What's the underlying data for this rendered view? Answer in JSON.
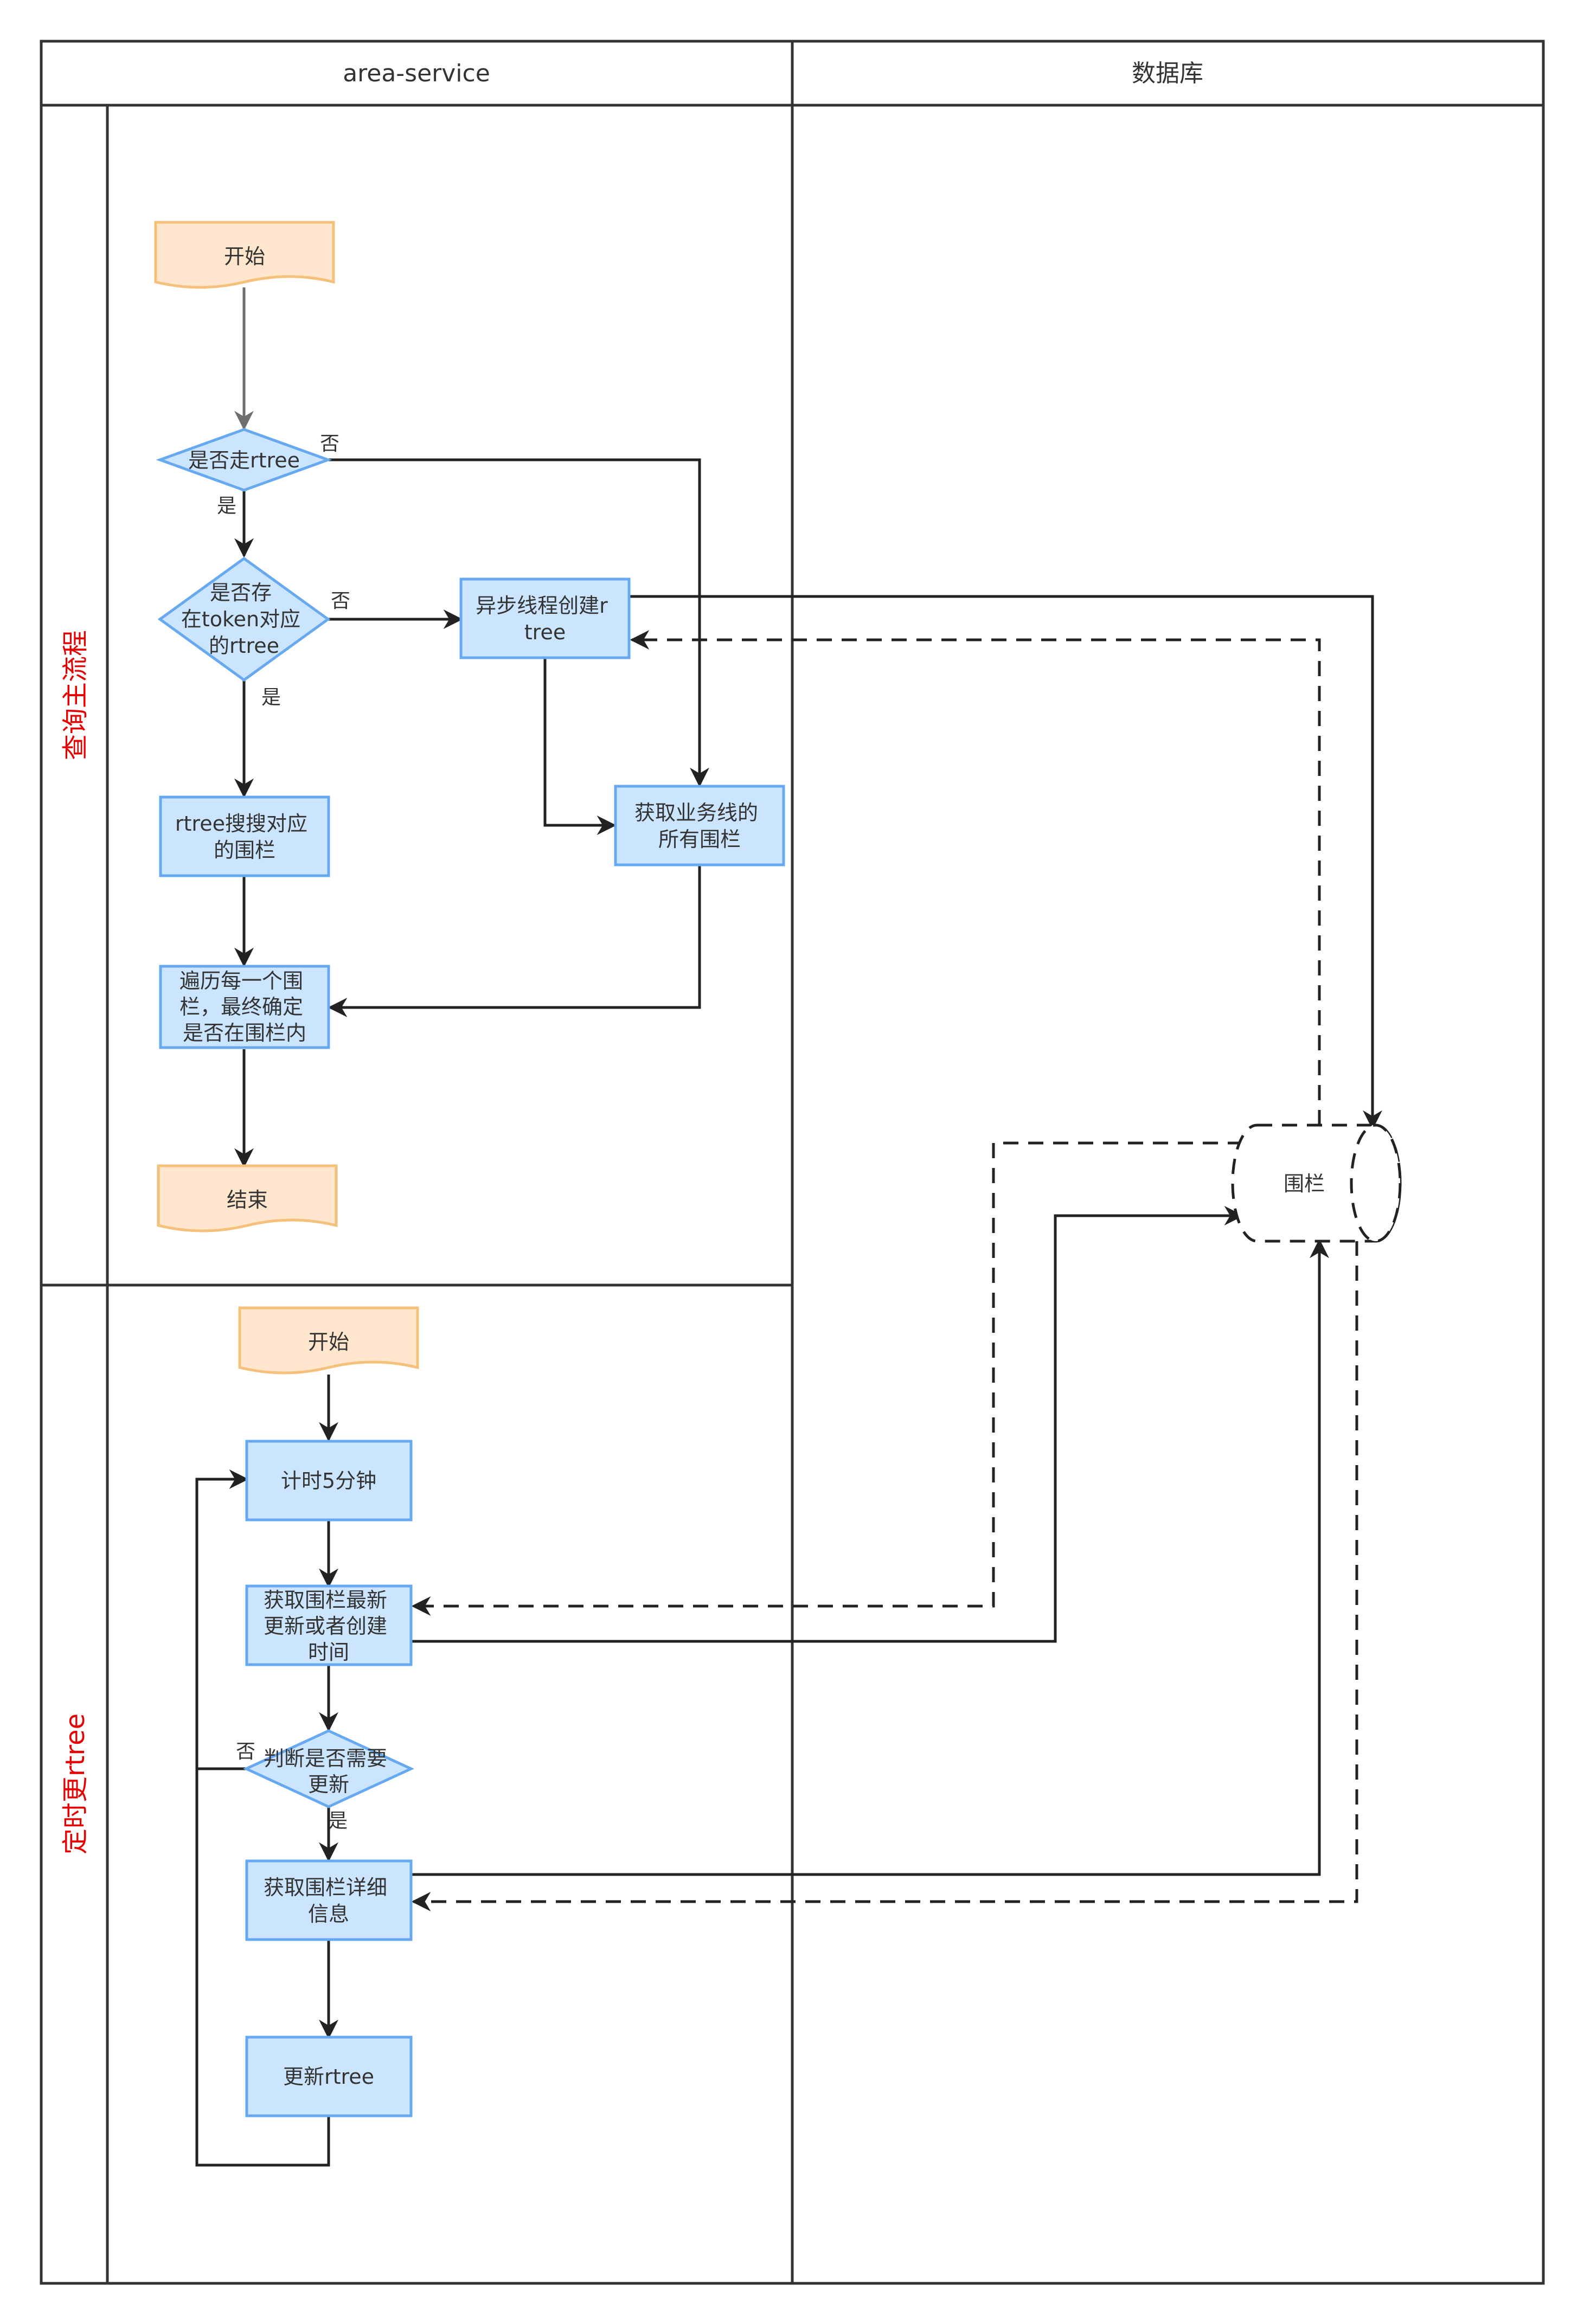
{
  "lanes": {
    "service_title": "area-service",
    "db_title": "数据库",
    "query_lane": "查询主流程",
    "timer_lane": "定时更rtree"
  },
  "nodes": {
    "start1": "开始",
    "rtree_decision": [
      "是否走rtree"
    ],
    "token_decision": [
      "是否存",
      "在token对应",
      "的rtree"
    ],
    "async_build": [
      "异步线程创建r",
      "tree"
    ],
    "get_all_fences": [
      "获取业务线的",
      "所有围栏"
    ],
    "rtree_search": [
      "rtree搜搜对应",
      "的围栏"
    ],
    "iterate": [
      "遍历每一个围",
      "栏，最终确定",
      "是否在围栏内"
    ],
    "end1": "结束",
    "fence_db": "围栏",
    "start2": "开始",
    "timer": [
      "计时5分钟"
    ],
    "get_update_time": [
      "获取围栏最新",
      "更新或者创建",
      "时间"
    ],
    "need_update": [
      "判断是否需要",
      "更新"
    ],
    "get_detail": [
      "获取围栏详细",
      "信息"
    ],
    "update_rtree": [
      "更新rtree"
    ]
  },
  "edge_labels": {
    "rtree_no": "否",
    "rtree_yes": "是",
    "token_no": "否",
    "token_yes": "是",
    "update_no": "否",
    "update_yes": "是"
  },
  "colors": {
    "process_fill": "#cce5ff",
    "process_stroke": "#66a9f0",
    "terminal_fill": "#ffe6cc",
    "terminal_stroke": "#f5c07a",
    "lane_label": "#e60000",
    "line": "#222222"
  }
}
